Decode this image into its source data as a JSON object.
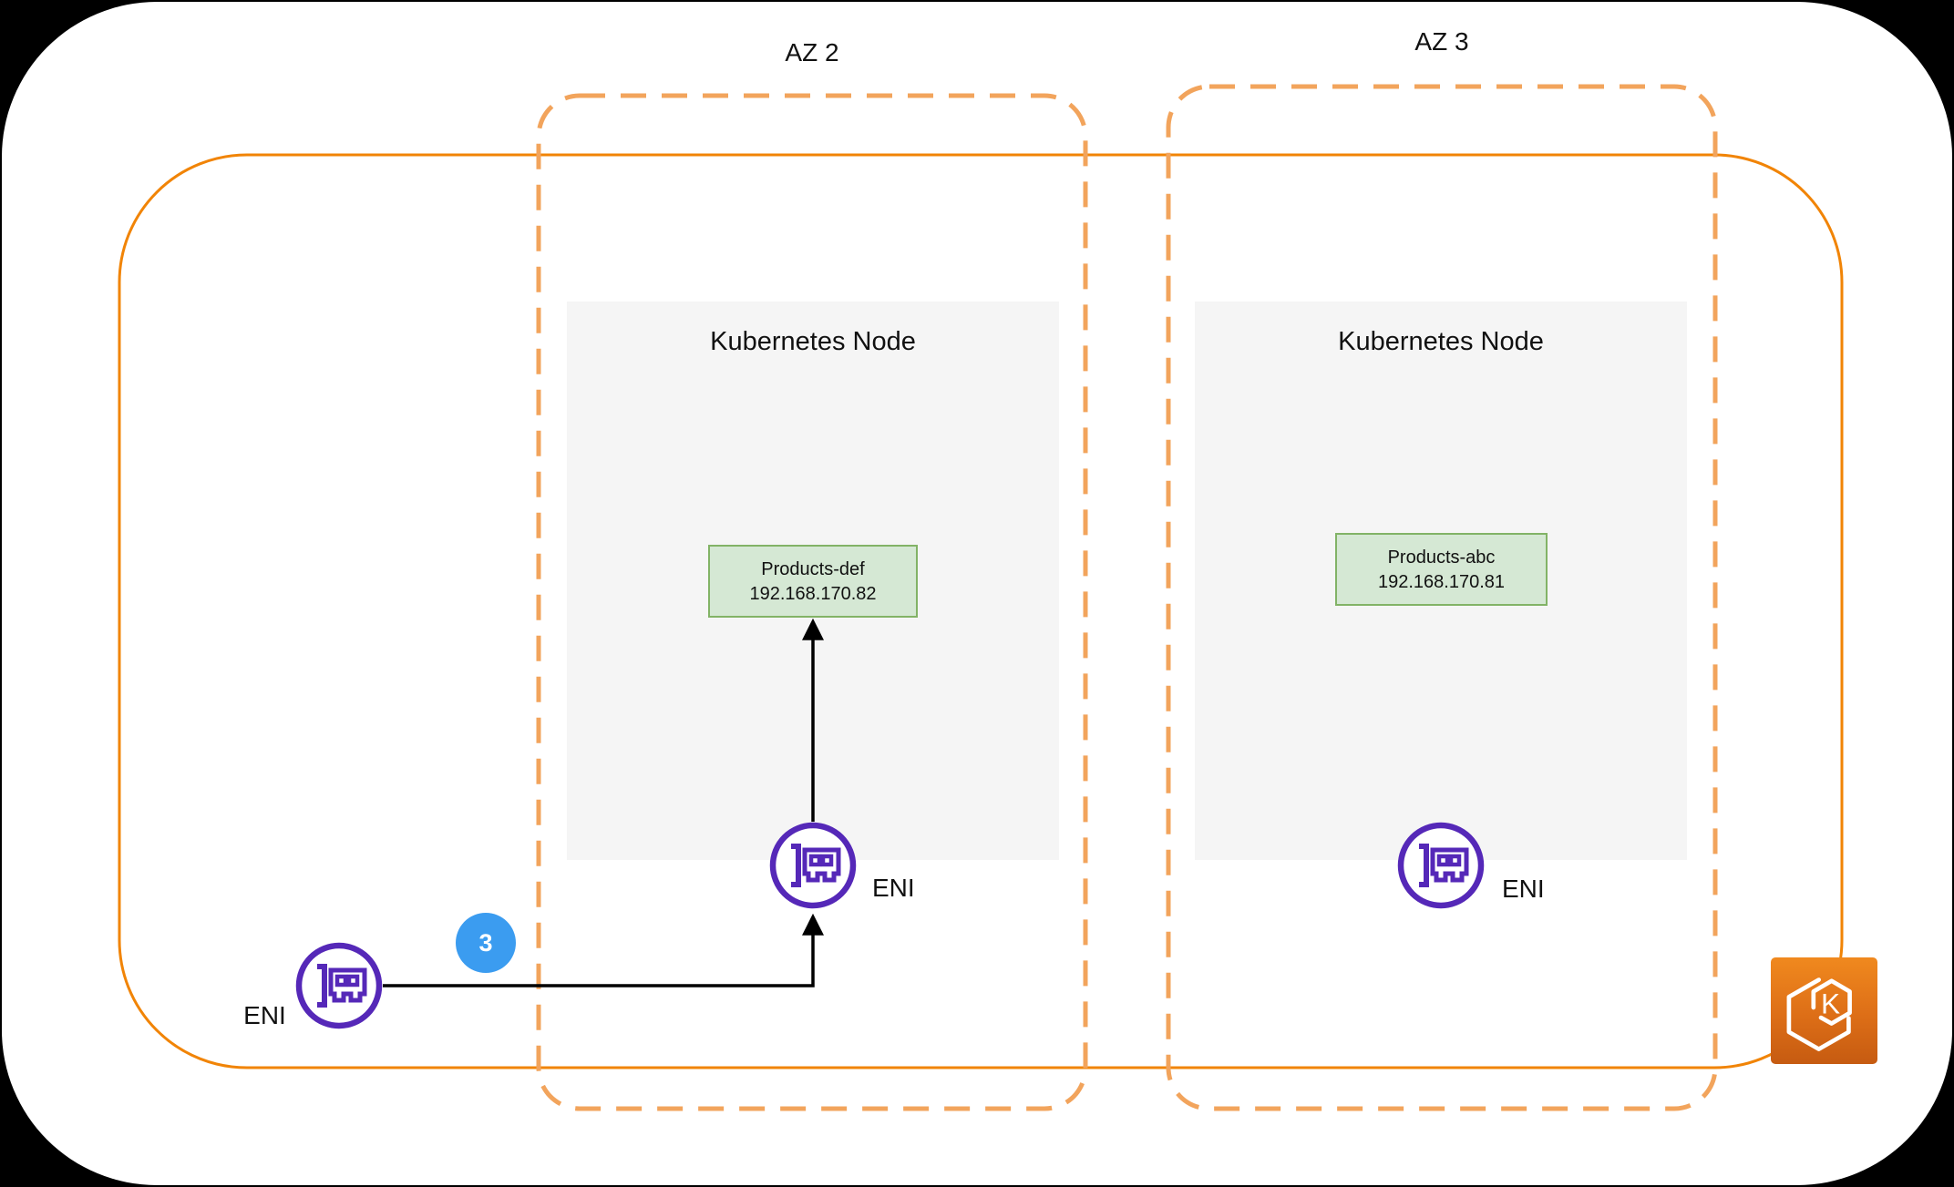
{
  "zones": [
    {
      "label": "AZ 2"
    },
    {
      "label": "AZ 3"
    }
  ],
  "vpc": {
    "eni_label": "ENI"
  },
  "nodes": [
    {
      "title": "Kubernetes Node",
      "pod": {
        "name": "Products-def",
        "ip": "192.168.170.82"
      },
      "eni_label": "ENI"
    },
    {
      "title": "Kubernetes Node",
      "pod": {
        "name": "Products-abc",
        "ip": "192.168.170.81"
      },
      "eni_label": "ENI"
    }
  ],
  "badge": {
    "value": "3"
  },
  "eks": {
    "letter": "K"
  },
  "colors": {
    "vpc_border": "#F18406",
    "az_border_dashed": "#F2A45C",
    "eni_purple": "#5528B8",
    "badge_blue": "#3B9CF0",
    "pod_fill": "#D5E8D4",
    "pod_border": "#82B366",
    "node_fill": "#F5F5F5",
    "arrow": "#000000",
    "eks_orange_top": "#F0891E",
    "eks_orange_bottom": "#C65B11"
  }
}
